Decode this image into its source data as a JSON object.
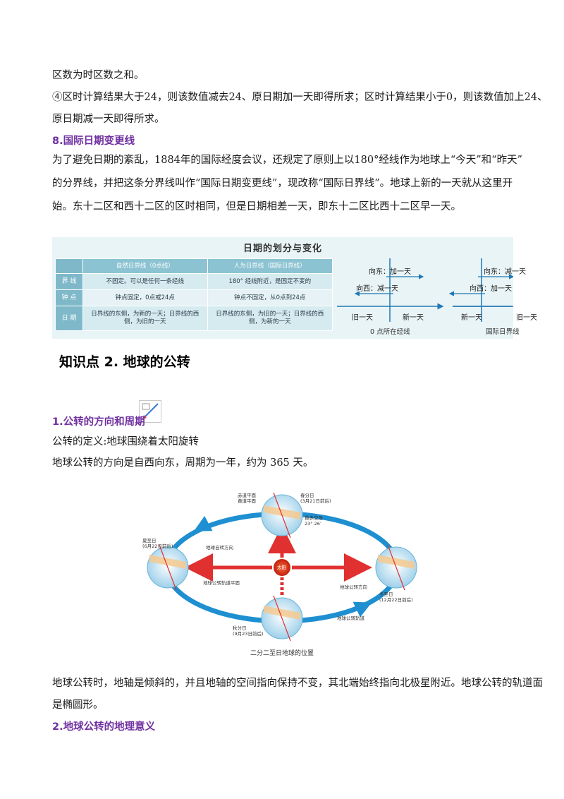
{
  "text": {
    "line1": "区数为时区数之和。",
    "line2": "④区时计算结果大于24，则该数值减去24、原日期加一天即得所求；区时计算结果小于0，则该数值加上24、",
    "line3": "原日期减一天即得所求。",
    "heading8": "8.国际日期变更线",
    "para8_1": "为了避免日期的紊乱，1884年的国际经度会议，还规定了原则上以180°经线作为地球上“今天”和“昨天”",
    "para8_2": "的分界线，并把这条分界线叫作“国际日期变更线”，现改称“国际日界线”。地球上新的一天就从这里开",
    "para8_3": "始。东十二区和西十二区的区时相同，但是日期相差一天，即东十二区比西十二区早一天。",
    "knowledge2": "知识点 2. 地球的公转",
    "heading1": "1.公转的方向和周期",
    "def": "公转的定义:地球围绕着太阳旋转",
    "dir": "地球公转的方向是自西向东，周期为一年，约为 365 天。",
    "after1": "地球公转时，地轴是倾斜的，并且地轴的空间指向保持不变，其北端始终指向北极星附近。地球公转的轨道面",
    "after2": "是椭圆形。",
    "heading2": "2.地球公转的地理意义"
  },
  "date_figure": {
    "title": "日期的划分与变化",
    "col1": "自然日界线（0点线）",
    "col2": "人为日界线（国际日界线）",
    "rows": [
      {
        "head": "界 线",
        "c1": "不固定。可以是任何一条经线",
        "c2": "180° 经线附近，是固定不变的"
      },
      {
        "head": "钟 点",
        "c1": "钟点固定，0点或24点",
        "c2": "钟点不固定，从0点到24点"
      },
      {
        "head": "日 期",
        "c1": "日界线的东侧，为新的一天；日界线的西侧，为旧的一天",
        "c2": "日界线的东侧，为旧的一天；日界线的西侧，为新的一天"
      }
    ],
    "left_diagram": {
      "east": "向东：加一天",
      "west": "向西：减一天",
      "old": "旧一天",
      "new": "新一天",
      "caption": "0 点所在经线"
    },
    "right_diagram": {
      "east": "向东：减一天",
      "west": "向西：加一天",
      "new": "新一天",
      "old": "旧一天",
      "caption": "国际日界线"
    }
  },
  "orbit_figure": {
    "caption": "二分二至日地球的位置",
    "sun": "太阳",
    "spring": "春分日\n(3月21日前后)",
    "summer": "夏至日\n(6月22日前后)",
    "autumn": "秋分日\n(9月23日前后)",
    "winter": "冬至日\n(12月22日前后)",
    "equator_plane": "赤道平面\n黄道平面",
    "angle": "黄赤交角\n23° 26′",
    "rotation_dir": "地球自转方向",
    "orbit_plane": "地球公转轨道平面",
    "orbit_dir": "地球公转方向",
    "orbit_track": "地球公转轨道"
  },
  "colors": {
    "heading": "#7030a0",
    "arrow": "#e03030",
    "orbit": "#1e8fd0"
  }
}
